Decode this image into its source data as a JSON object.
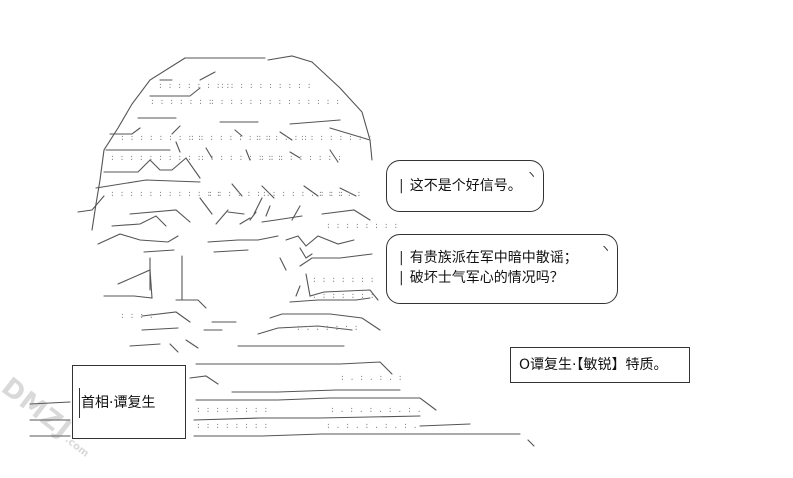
{
  "watermark": {
    "label": "DMZJ",
    "suffix": ".com"
  },
  "bubbles": [
    {
      "lines": [
        "这不是个好信号。"
      ]
    },
    {
      "lines": [
        "有贵族派在军中暗中散谣；",
        "破坏士气军心的情况吗？"
      ]
    }
  ],
  "name_tag": "首相·谭复生",
  "trait_tag": "O谭复生·【敏锐】特质。",
  "palette": {
    "line": "#333333",
    "background": "#ffffff",
    "watermark": "#bbbbbb"
  }
}
